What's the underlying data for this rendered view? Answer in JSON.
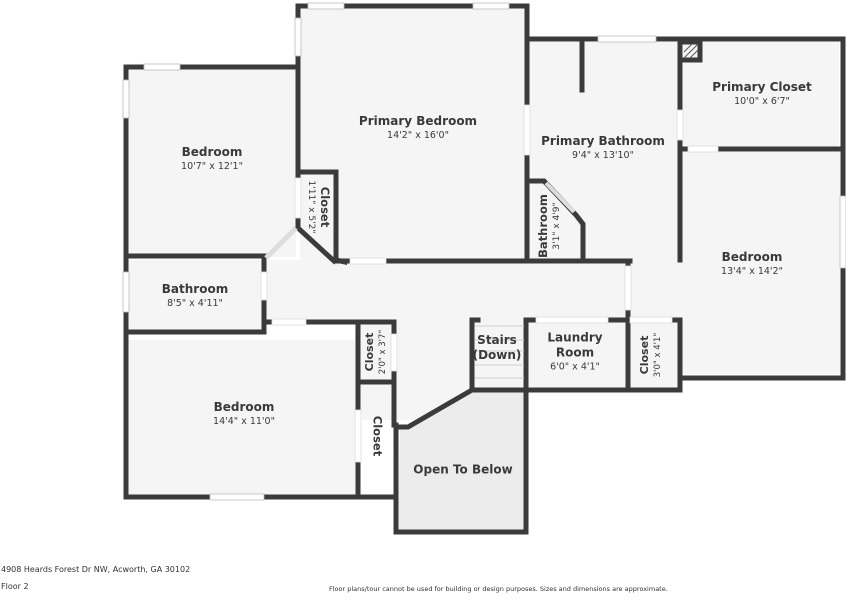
{
  "colors": {
    "wall": "#3b3b3b",
    "floor": "#f5f5f5",
    "open_below": "#ececec",
    "window": "#ffffff"
  },
  "rooms": [
    {
      "id": "primary-bedroom",
      "name": "Primary Bedroom",
      "dims": "14'2\" x 16'0\""
    },
    {
      "id": "bedroom-nw",
      "name": "Bedroom",
      "dims": "10'7\" x 12'1\""
    },
    {
      "id": "closet-small",
      "name": "Closet",
      "dims": "1'11\" x 5'2\""
    },
    {
      "id": "primary-bathroom",
      "name": "Primary Bathroom",
      "dims": "9'4\" x 13'10\""
    },
    {
      "id": "primary-closet",
      "name": "Primary Closet",
      "dims": "10'0\" x 6'7\""
    },
    {
      "id": "bathroom-small",
      "name": "Bathroom",
      "dims": "3'1\" x 4'9\""
    },
    {
      "id": "bedroom-e",
      "name": "Bedroom",
      "dims": "13'4\" x 14'2\""
    },
    {
      "id": "bathroom-w",
      "name": "Bathroom",
      "dims": "8'5\" x 4'11\""
    },
    {
      "id": "bedroom-sw",
      "name": "Bedroom",
      "dims": "14'4\" x 11'0\""
    },
    {
      "id": "closet-2",
      "name": "Closet",
      "dims": "2'0\" x 3'7\""
    },
    {
      "id": "closet-3",
      "name": "Closet",
      "dims": ""
    },
    {
      "id": "stairs",
      "name": "Stairs (Down)",
      "name_line1": "Stairs",
      "name_line2": "(Down)",
      "dims": ""
    },
    {
      "id": "laundry",
      "name": "Laundry Room",
      "name_line1": "Laundry",
      "name_line2": "Room",
      "dims": "6'0\" x 4'1\""
    },
    {
      "id": "closet-4",
      "name": "Closet",
      "dims": "3'0\" x 4'1\""
    },
    {
      "id": "open-below",
      "name": "Open To Below",
      "dims": ""
    }
  ],
  "footer": {
    "address": "4908 Heards Forest Dr NW, Acworth, GA 30102",
    "floor": "Floor 2",
    "disclaimer": "Floor plans/tour cannot be used for building or design purposes. Sizes and dimensions are approximate."
  }
}
